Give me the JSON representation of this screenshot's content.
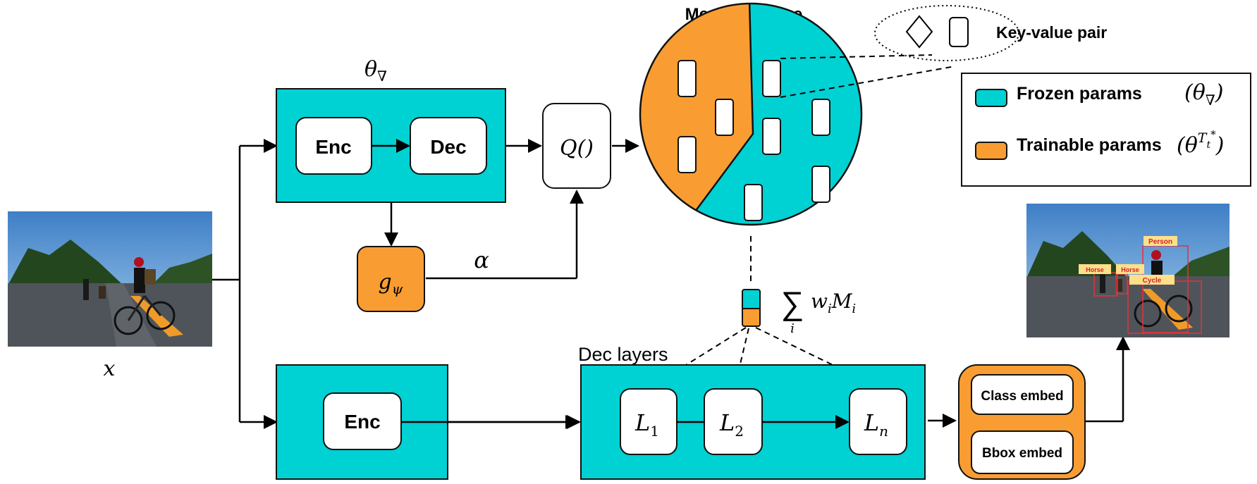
{
  "labels": {
    "memory_space": "Memory space",
    "key_value_pair": "Key-value pair",
    "theta_top": "θ",
    "theta_top_sub": "∇",
    "enc_top": "Enc",
    "dec_top": "Dec",
    "quant": "Q()",
    "g": "g",
    "g_sub": "ψ",
    "alpha": "α",
    "x": "x",
    "enc_bottom": "Enc",
    "dec_layers": "Dec layers",
    "l1": "L",
    "l1_sub": "1",
    "l2": "L",
    "l2_sub": "2",
    "ln": "L",
    "ln_sub": "n",
    "sum_symbol": "∑",
    "sum_index": "i",
    "sum_expr": "w",
    "sum_expr_sub": "i",
    "sum_expr2": "M",
    "sum_expr2_sub": "i",
    "class_embed": "Class embed",
    "bbox_embed": "Bbox embed"
  },
  "legend": {
    "frozen_label": "Frozen params",
    "frozen_math": "(θ",
    "frozen_math_sub": "∇",
    "frozen_math_close": ")",
    "trainable_label": "Trainable params",
    "trainable_math": "(θ",
    "trainable_math_sup": "T",
    "trainable_math_sup_sub": "t",
    "trainable_math_sup_star": "*",
    "trainable_math_close": ")"
  },
  "detections": {
    "person": "Person",
    "horse1": "Horse",
    "horse2": "Horse",
    "cycle": "Cycle"
  },
  "colors": {
    "frozen": "#00d1d3",
    "trainable": "#f99d32",
    "box_stroke": "#111111",
    "detection_box": "#e8303a",
    "detection_label_bg": "#ffe08a"
  }
}
